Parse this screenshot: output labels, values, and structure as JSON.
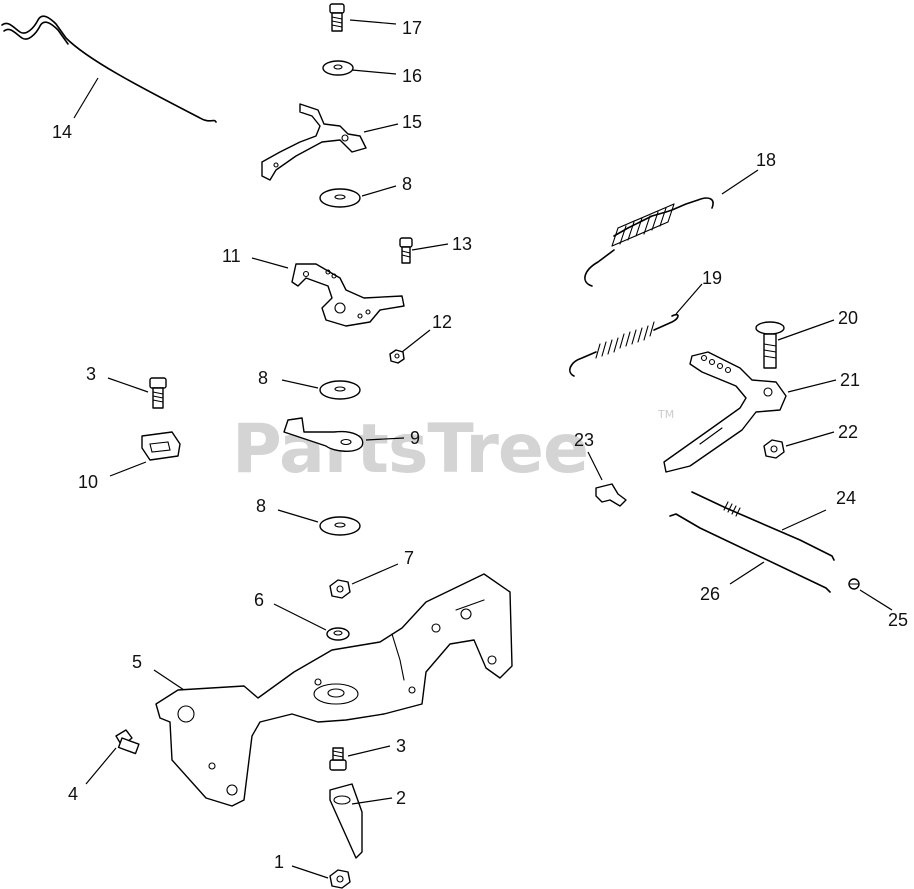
{
  "watermark": {
    "brand": "PartsTree",
    "trademark": "TM"
  },
  "callouts": [
    "17",
    "16",
    "15",
    "14",
    "8",
    "13",
    "11",
    "12",
    "3",
    "8",
    "10",
    "9",
    "8",
    "7",
    "6",
    "5",
    "4",
    "3",
    "2",
    "1",
    "18",
    "19",
    "20",
    "21",
    "22",
    "23",
    "24",
    "26",
    "25"
  ]
}
